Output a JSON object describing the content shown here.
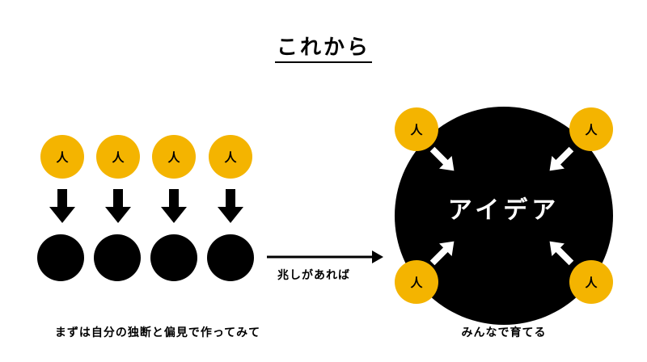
{
  "title": "これから",
  "person_label": "人",
  "left_caption": "まずは自分の独断と偏見で作ってみて",
  "connector_label": "兆しがあれば",
  "center_label": "アイデア",
  "right_caption": "みんなで育てる",
  "colors": {
    "accent": "#F4B400",
    "ink": "#000000",
    "background": "#FFFFFF"
  }
}
